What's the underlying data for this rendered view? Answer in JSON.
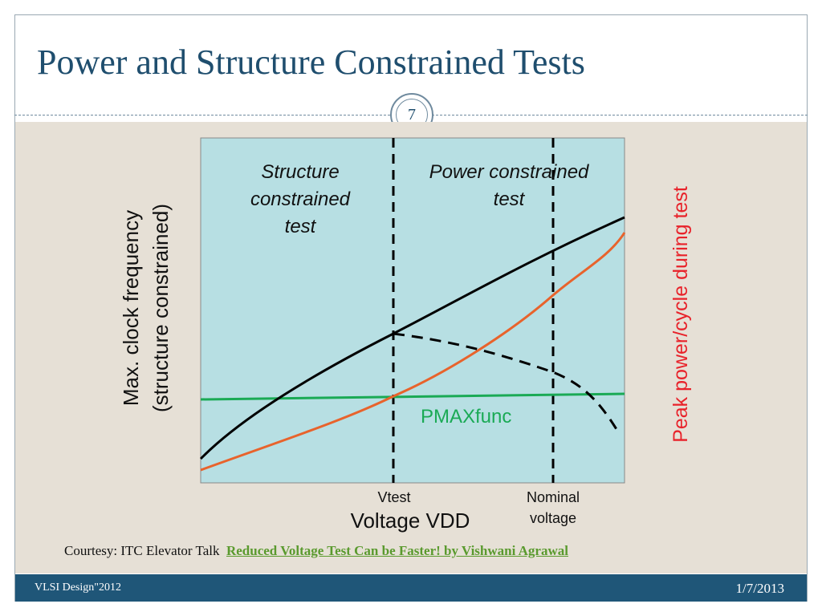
{
  "slide": {
    "title": "Power and Structure Constrained Tests",
    "number": "7"
  },
  "diagram": {
    "region_left_label": [
      "Structure",
      "constrained",
      "test"
    ],
    "region_right_label": [
      "Power constrained",
      "test"
    ],
    "y_left_label": [
      "Max. clock frequency",
      "(structure constrained)"
    ],
    "y_right_label": "Peak power/cycle during test",
    "curve_label": "PMAXfunc",
    "x_tick_vtest": "Vtest",
    "x_tick_nominal": [
      "Nominal",
      "voltage"
    ],
    "x_label": "Voltage VDD",
    "colors": {
      "panel": "#b7dfe3",
      "frequency_curve": "#000000",
      "power_curve": "#e8632c",
      "pmax_line": "#1aaa55",
      "right_axis_label": "#e8222a"
    }
  },
  "courtesy": {
    "prefix": "Courtesy: ITC Elevator Talk",
    "link_text": "Reduced Voltage Test Can be Faster!  by Vishwani Agrawal"
  },
  "footer": {
    "left": "VLSI Design\"2012",
    "right": "1/7/2013"
  }
}
